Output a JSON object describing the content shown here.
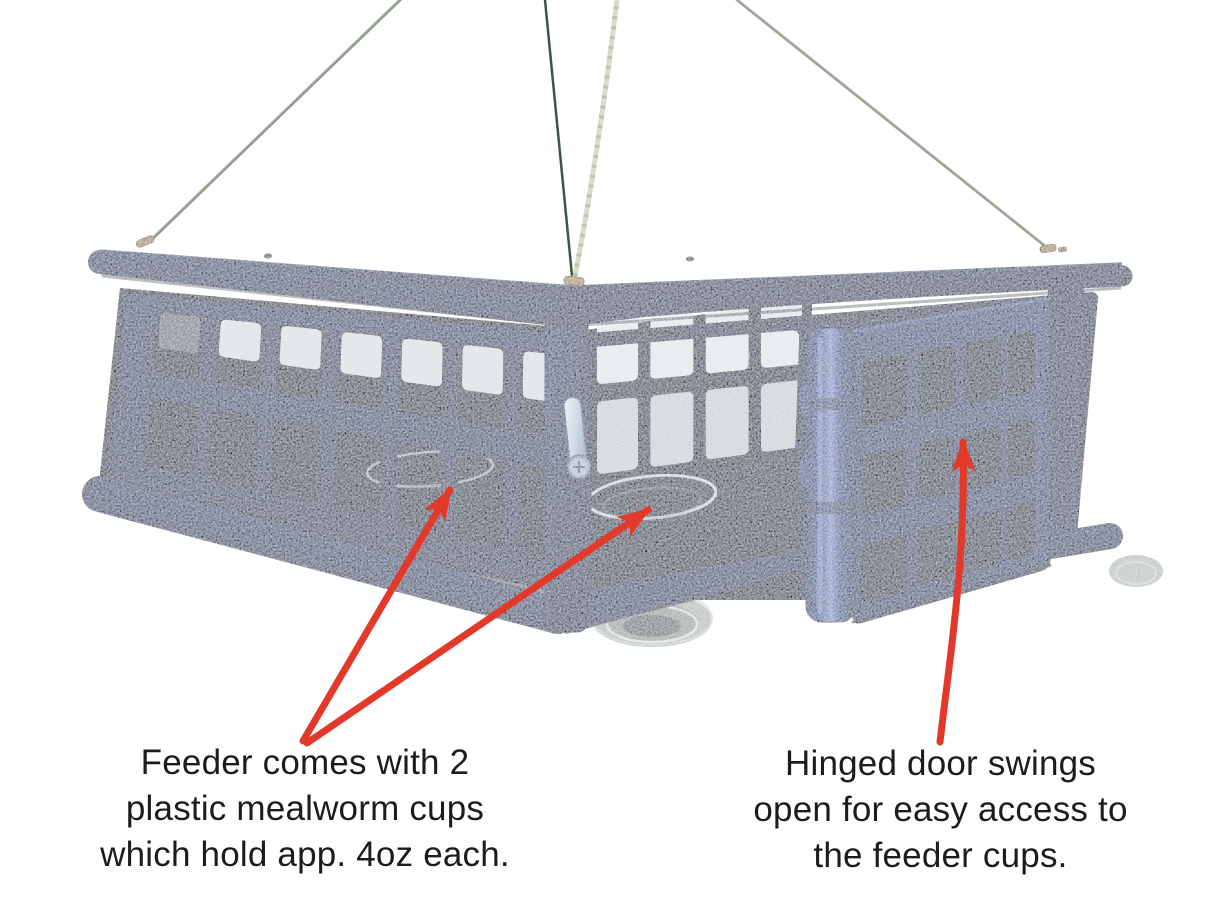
{
  "figure": {
    "name": "bird-feeder-photo",
    "background": "#ffffff"
  },
  "palette": {
    "navy": "#243159",
    "navy_mid": "#1d2848",
    "navy_dark": "#141d38",
    "navy_deep": "#0b101e",
    "navy_light": "#334272",
    "door_face": "#2e3f70",
    "interior_black": "#0a0e1b",
    "white_hole": "#f4f6f3",
    "arrow_red": "#e2392b",
    "text_color": "#1c1c1c",
    "cable_grey": "#9fac9c",
    "cable_green": "#3a5743",
    "rope": "#d8deca",
    "gold": "#b29055",
    "silver": "#c3d0d9",
    "cup": "#b7bdb0"
  },
  "annotations": {
    "left": {
      "lines": [
        "Feeder comes with 2",
        "plastic mealworm cups",
        "which hold app. 4oz each."
      ]
    },
    "right": {
      "lines": [
        "Hinged door swings",
        "open for easy access to",
        "the feeder cups."
      ]
    }
  }
}
